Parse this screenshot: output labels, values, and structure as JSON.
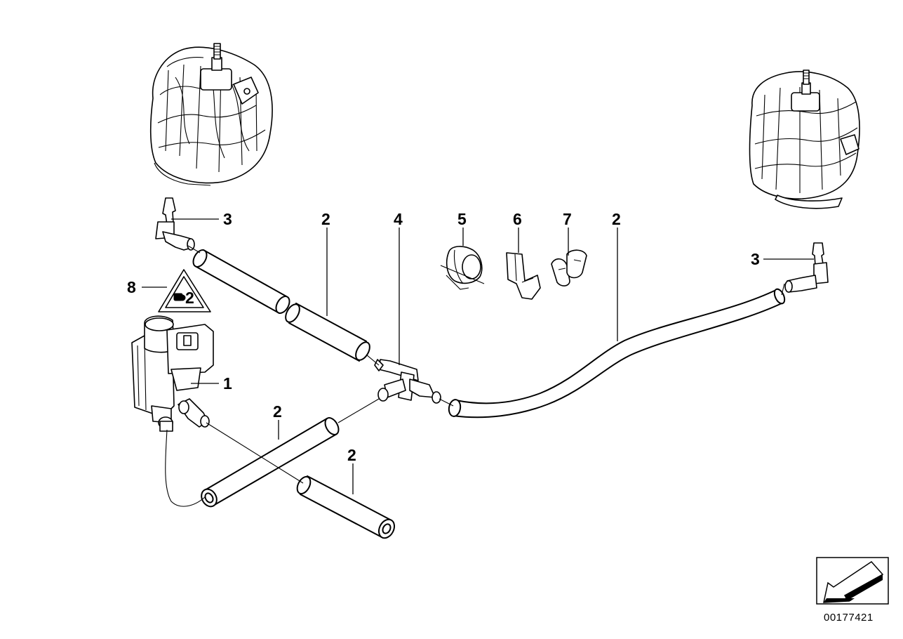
{
  "diagram": {
    "callouts": [
      {
        "id": "c1",
        "label": "1"
      },
      {
        "id": "c2a",
        "label": "2"
      },
      {
        "id": "c2b",
        "label": "2"
      },
      {
        "id": "c2c",
        "label": "2"
      },
      {
        "id": "c2d",
        "label": "2"
      },
      {
        "id": "c3a",
        "label": "3"
      },
      {
        "id": "c3b",
        "label": "3"
      },
      {
        "id": "c4",
        "label": "4"
      },
      {
        "id": "c5",
        "label": "5"
      },
      {
        "id": "c6",
        "label": "6"
      },
      {
        "id": "c7",
        "label": "7"
      },
      {
        "id": "c8",
        "label": "8"
      }
    ],
    "warning_label_text": "2",
    "reference_number": "00177421"
  }
}
